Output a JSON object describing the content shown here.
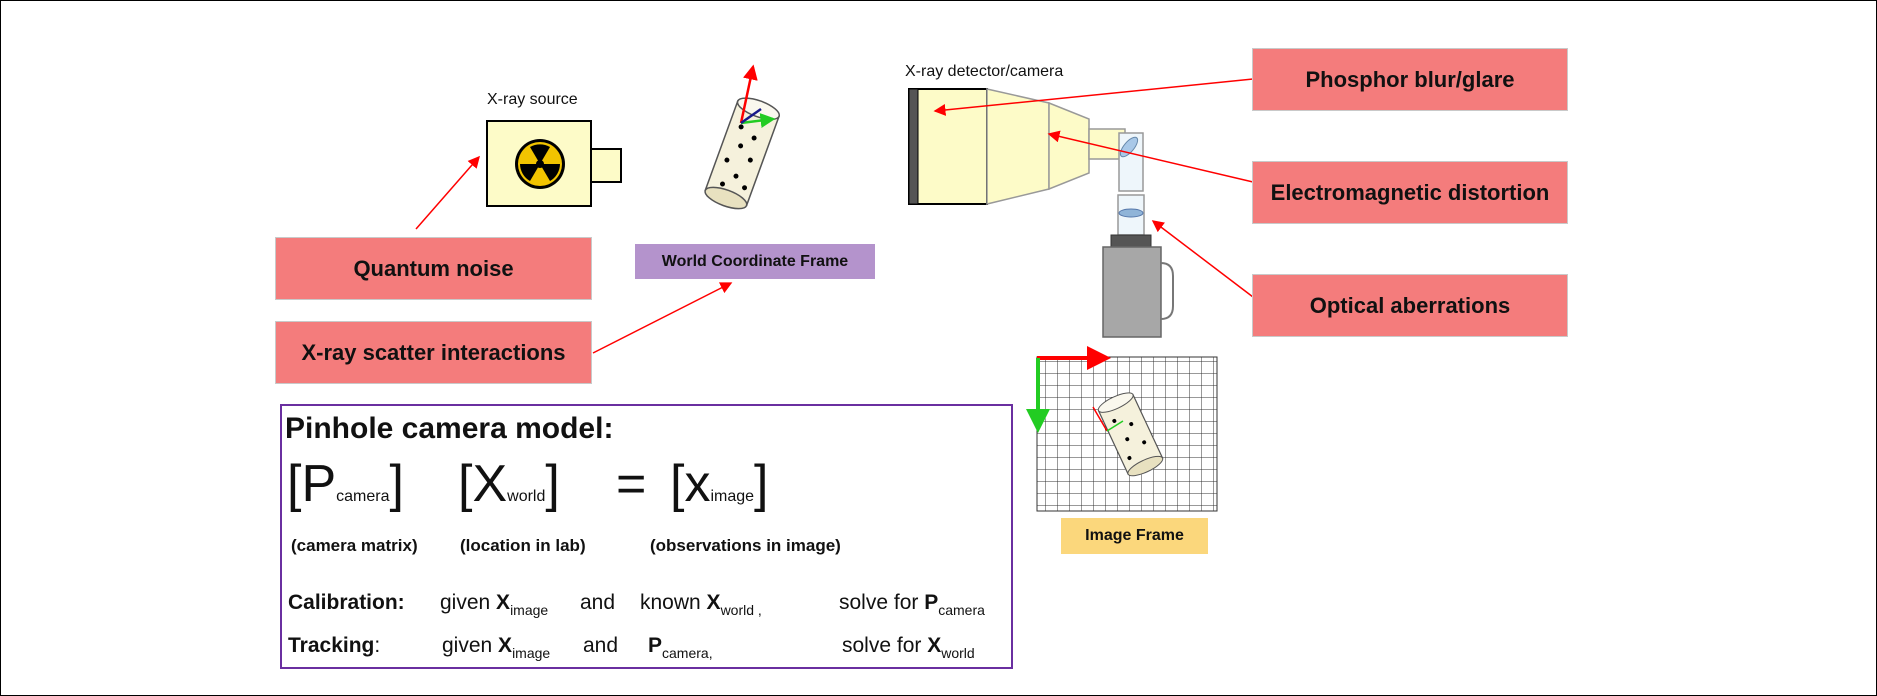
{
  "labels": {
    "xray_source": "X-ray source",
    "xray_detector": "X-ray detector/camera"
  },
  "boxes": {
    "phosphor": "Phosphor blur/glare",
    "electromagnetic": "Electromagnetic distortion",
    "optical": "Optical aberrations",
    "quantum": "Quantum noise",
    "scatter": "X-ray scatter interactions"
  },
  "frames": {
    "world": "World Coordinate Frame",
    "image": "Image Frame"
  },
  "pinhole": {
    "title": "Pinhole camera model:",
    "p_base": "P",
    "p_sub": "camera",
    "x_base": "X",
    "x_sub": "world",
    "equals": "=",
    "ximg_base": "x",
    "ximg_sub": "image",
    "cap_p": "(camera matrix)",
    "cap_x": "(location in lab)",
    "cap_ximg": "(observations in image)",
    "calibration": {
      "label": "Calibration:",
      "given": "given",
      "given_var": "X",
      "given_sub": "image",
      "and": "and",
      "known": "known",
      "known_var": "X",
      "known_sub": "world ,",
      "solve": "solve for",
      "solve_var": "P",
      "solve_sub": "camera"
    },
    "tracking": {
      "label": "Tracking",
      "colon": ":",
      "given": "given",
      "given_var": "X",
      "given_sub": "image",
      "and": "and",
      "p_var": "P",
      "p_sub": "camera,",
      "solve": "solve for",
      "solve_var": "X",
      "solve_sub": "world"
    }
  },
  "colors": {
    "red_box": "#f47c7c",
    "world_frame": "#b493cc",
    "image_frame": "#fbd77c",
    "pinhole_border": "#6a2fa0",
    "arrow": "#ff0000"
  }
}
